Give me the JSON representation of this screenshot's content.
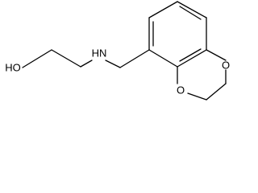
{
  "molecule": {
    "labels": {
      "hydroxyl": "HO",
      "amine": "H​N",
      "ring_oxygen_top": "O",
      "ring_oxygen_bottom": "O"
    }
  }
}
